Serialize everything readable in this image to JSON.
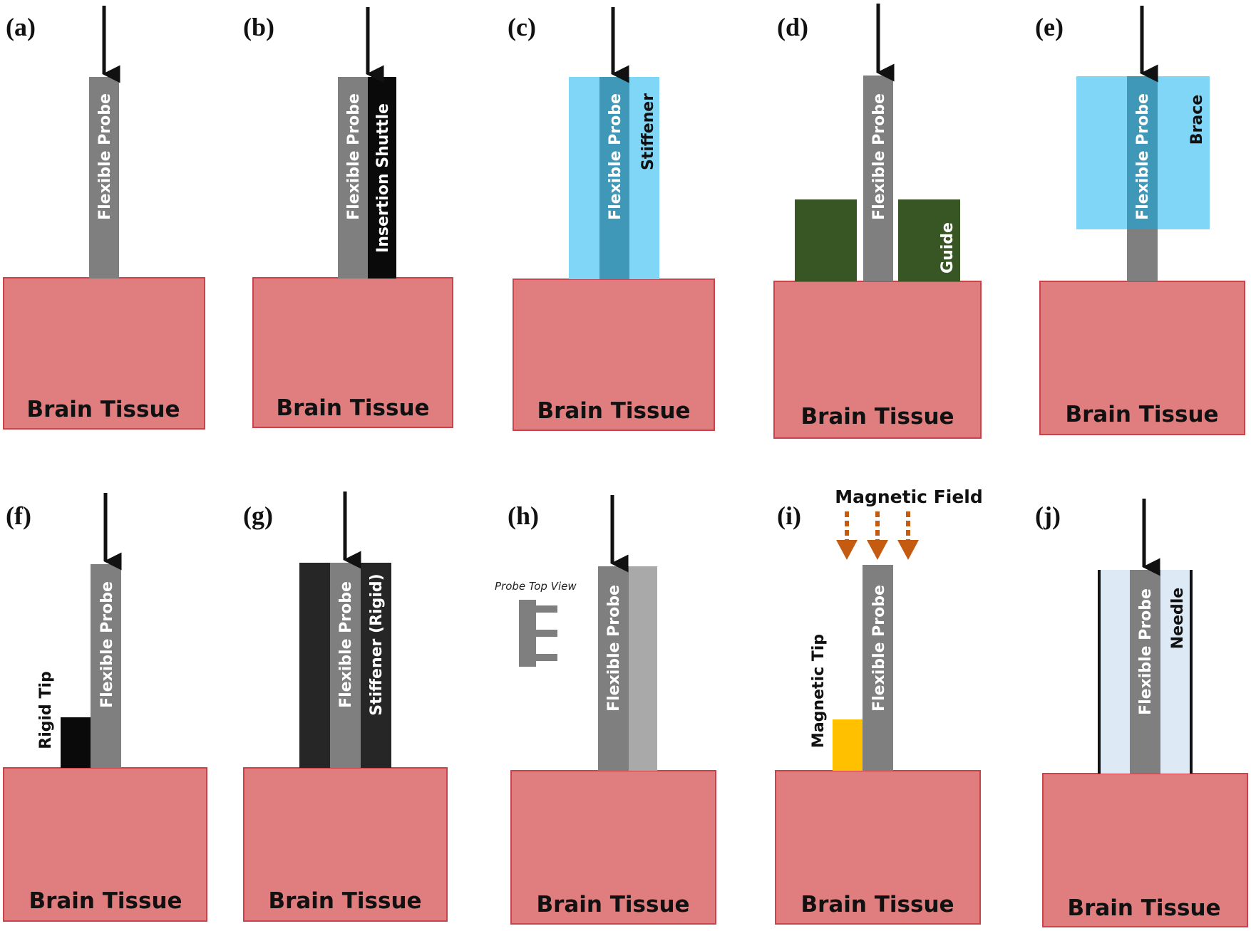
{
  "colors": {
    "tissue": "#e07d7f",
    "tissue_edge": "#c9444a",
    "probe": "#7f7f7f",
    "probe_light": "#a9a9a9",
    "shuttle": "#0a0a0a",
    "stiffener": "#7fd6f7",
    "probe_in_stiffener": "#3f98b8",
    "guide": "#375623",
    "rigid": "#262626",
    "magnetic_tip": "#ffc000",
    "field_arrow": "#c55a11",
    "needle_fill": "#dde9f5",
    "arrow": "#111111"
  },
  "panels": [
    {
      "id": "a",
      "label": "(a)",
      "tissue": "Brain Tissue",
      "probe": "Flexible Probe"
    },
    {
      "id": "b",
      "label": "(b)",
      "tissue": "Brain Tissue",
      "probe": "Flexible Probe",
      "extra": "Insertion Shuttle"
    },
    {
      "id": "c",
      "label": "(c)",
      "tissue": "Brain Tissue",
      "probe": "Flexible Probe",
      "extra": "Stiffener"
    },
    {
      "id": "d",
      "label": "(d)",
      "tissue": "Brain Tissue",
      "probe": "Flexible Probe",
      "extra": "Guide"
    },
    {
      "id": "e",
      "label": "(e)",
      "tissue": "Brain Tissue",
      "probe": "Flexible Probe",
      "extra": "Brace"
    },
    {
      "id": "f",
      "label": "(f)",
      "tissue": "Brain Tissue",
      "probe": "Flexible Probe",
      "extra": "Rigid Tip"
    },
    {
      "id": "g",
      "label": "(g)",
      "tissue": "Brain Tissue",
      "probe": "Flexible Probe",
      "extra": "Stiffener (Rigid)"
    },
    {
      "id": "h",
      "label": "(h)",
      "tissue": "Brain Tissue",
      "probe": "Flexible Probe",
      "extra": "Probe Top View"
    },
    {
      "id": "i",
      "label": "(i)",
      "tissue": "Brain Tissue",
      "probe": "Flexible Probe",
      "extra": "Magnetic Tip",
      "field": "Magnetic  Field"
    },
    {
      "id": "j",
      "label": "(j)",
      "tissue": "Brain Tissue",
      "probe": "Flexible Probe",
      "extra": "Needle"
    }
  ]
}
